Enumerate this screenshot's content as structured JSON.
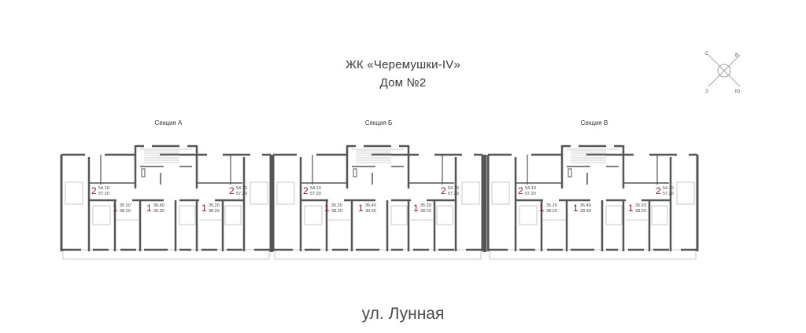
{
  "header": {
    "complex": "ЖК «Черемушки-IV»",
    "building": "Дом №2"
  },
  "compass": {
    "n": "С",
    "e": "В",
    "s": "Ю",
    "w": "З"
  },
  "sections": [
    {
      "name": "Секция А",
      "apartments": [
        {
          "rooms": "2",
          "area1": "54.10",
          "area2": "57.20"
        },
        {
          "rooms": "1",
          "area1": "35.20",
          "area2": "38.20"
        },
        {
          "rooms": "1",
          "area1": "36.40",
          "area2": "39.30"
        },
        {
          "rooms": "1",
          "area1": "35.20",
          "area2": "38.20"
        },
        {
          "rooms": "2",
          "area1": "54.10",
          "area2": "57.20"
        }
      ]
    },
    {
      "name": "Секция Б",
      "apartments": [
        {
          "rooms": "2",
          "area1": "54.10",
          "area2": "57.20"
        },
        {
          "rooms": "1",
          "area1": "35.20",
          "area2": "38.20"
        },
        {
          "rooms": "1",
          "area1": "36.40",
          "area2": "39.30"
        },
        {
          "rooms": "1",
          "area1": "35.20",
          "area2": "38.20"
        },
        {
          "rooms": "2",
          "area1": "54.10",
          "area2": "57.20"
        }
      ]
    },
    {
      "name": "Секция В",
      "apartments": [
        {
          "rooms": "2",
          "area1": "54.10",
          "area2": "57.20"
        },
        {
          "rooms": "1",
          "area1": "35.20",
          "area2": "38.20"
        },
        {
          "rooms": "1",
          "area1": "36.40",
          "area2": "39.30"
        },
        {
          "rooms": "1",
          "area1": "35.20",
          "area2": "38.20"
        },
        {
          "rooms": "2",
          "area1": "54.10",
          "area2": "57.20"
        }
      ]
    }
  ],
  "street": "ул. Лунная",
  "colors": {
    "wall": "#555555",
    "rooms": "#8b1a3a",
    "thin": "#bbbbbb"
  }
}
